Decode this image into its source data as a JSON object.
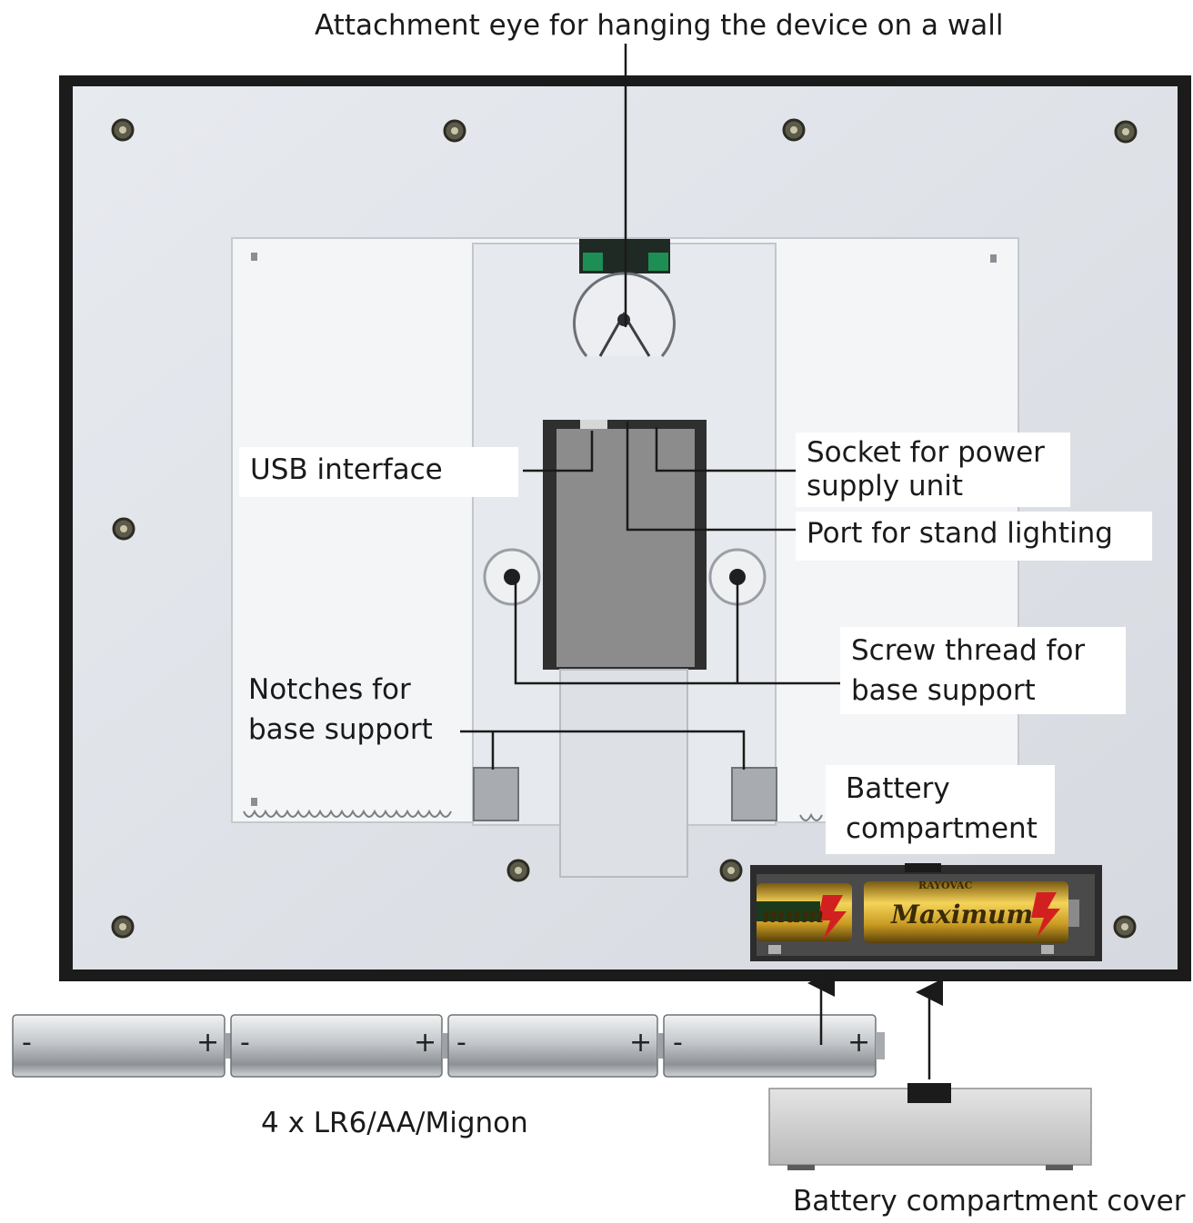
{
  "labels": {
    "attachment_eye": "Attachment eye for hanging the device on a wall",
    "usb_interface": "USB interface",
    "socket_power": [
      "Socket for power",
      "supply unit"
    ],
    "port_stand": "Port for stand lighting",
    "screw_thread": [
      "Screw thread for",
      "base support"
    ],
    "notches": [
      "Notches for",
      "base support"
    ],
    "battery_compartment": [
      "Battery",
      "compartment"
    ],
    "batteries": "4 x LR6/AA/Mignon",
    "battery_cover": "Battery compartment cover"
  },
  "battery_markings": {
    "minus": "-",
    "plus": "+"
  },
  "brand_text": {
    "main": "Maximum",
    "top": "RAYOVAC",
    "partial": "mum"
  },
  "colors": {
    "frame": "#1b1b1b",
    "panel": "#dfe3e9",
    "inner_panel": "#f1f3f6",
    "compartment": "#3a3a3a",
    "battery_silver": "#b8bcc0",
    "battery_gold": "#d9b23a",
    "cover": "#d0d0d0"
  },
  "icons": [
    "screw-icon",
    "hanging-eye-icon",
    "battery-icon",
    "arrow-up-icon"
  ]
}
